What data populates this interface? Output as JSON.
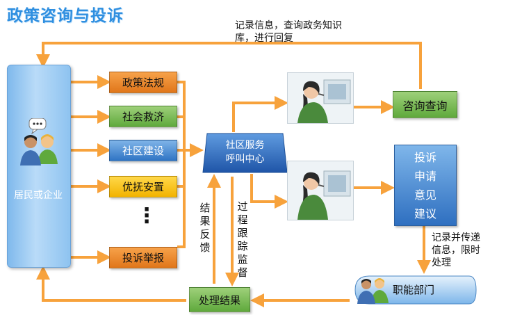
{
  "title": "政策咨询与投诉",
  "top_note": [
    "记录信息，查询政务知识",
    "库，进行回复"
  ],
  "resident": {
    "label": "居民或企业"
  },
  "categories": [
    "政策法规",
    "社会救济",
    "社区建设",
    "优抚安置",
    "投诉举报"
  ],
  "ellipsis": "⋮",
  "call_center": [
    "社区服务",
    "呼叫中心"
  ],
  "consult": {
    "label": "咨询查询"
  },
  "complaints": [
    "投诉",
    "申请",
    "意见",
    "建议"
  ],
  "forward_note": [
    "记录并传递",
    "信息，限时",
    "处理"
  ],
  "department": {
    "label": "职能部门"
  },
  "result": {
    "label": "处理结果"
  },
  "feedback": [
    "结",
    "果",
    "反",
    "馈"
  ],
  "tracking": [
    "过",
    "程",
    "跟",
    "踪",
    "监",
    "督"
  ],
  "colors": {
    "arrow": "#f7a23c",
    "title": "#2f8fe0",
    "resident_panel": "#9fcdf3",
    "call_center": "#2f6fc3",
    "consult_box": "#66b046"
  },
  "icons": [
    "people-icon",
    "agent-photo",
    "agent-photo"
  ]
}
